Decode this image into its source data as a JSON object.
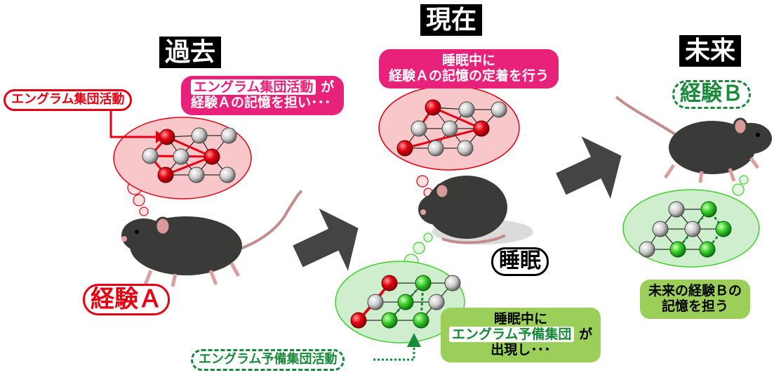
{
  "time_labels": {
    "past": "過去",
    "present": "現在",
    "future": "未来"
  },
  "past": {
    "engram_tag": "エングラム集団活動",
    "callout_highlight": "エングラム集団活動",
    "callout_line1_suffix": "が",
    "callout_line2": "経験Ａの記憶を担い･･･",
    "experience": "経験Ａ"
  },
  "present": {
    "callout_line1": "睡眠中に",
    "callout_line2": "経験Ａの記憶の定着を行う",
    "sleep": "睡眠",
    "green_callout_line1": "睡眠中に",
    "green_callout_highlight": "エングラム予備集団",
    "green_callout_suffix": "が",
    "green_callout_line3": "出現し･･･",
    "preparatory_tag": "エングラム予備集団活動"
  },
  "future": {
    "experience": "経験Ｂ",
    "callout_line1": "未来の経験Ｂの",
    "callout_line2": "記憶を担う"
  },
  "colors": {
    "engram_red": "#e60012",
    "callout_pink": "#e8217a",
    "preparatory_green": "#188a3a",
    "green_box": "#9ccf5a",
    "red_bubble": "#f8c7c9",
    "green_bubble": "#cfeecd",
    "arrow_gray": "#444444",
    "mouse_body": "#3a3a38"
  }
}
